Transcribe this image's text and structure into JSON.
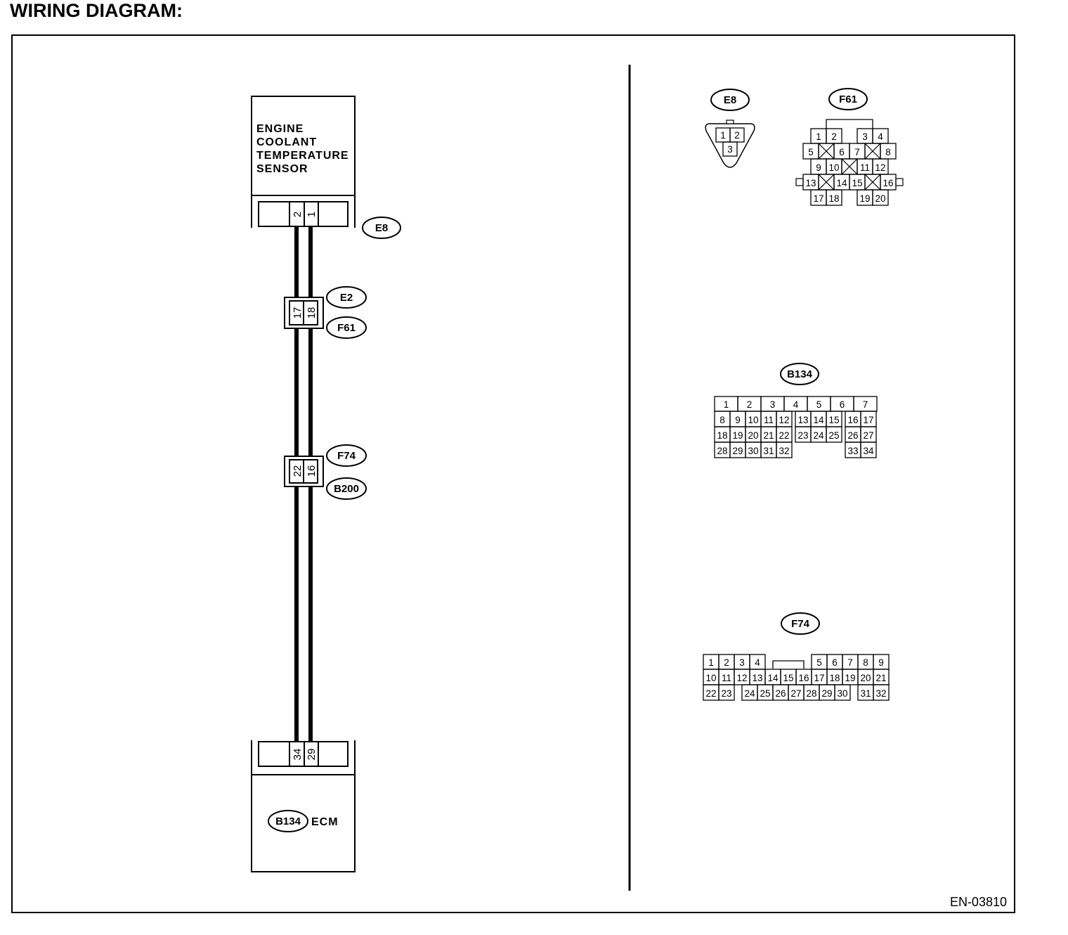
{
  "title": "WIRING DIAGRAM:",
  "figure_id": "EN-03810",
  "sensor": {
    "label_lines": [
      "ENGINE",
      "COOLANT",
      "TEMPERATURE",
      "SENSOR"
    ],
    "connector": "E8",
    "pins": [
      "2",
      "1"
    ]
  },
  "junction_1": {
    "upper": "E2",
    "lower": "F61",
    "pins": [
      "17",
      "18"
    ]
  },
  "junction_2": {
    "upper": "F74",
    "lower": "B200",
    "pins": [
      "22",
      "16"
    ]
  },
  "ecm": {
    "connector": "B134",
    "label": "ECM",
    "pins": [
      "34",
      "29"
    ]
  },
  "connector_views": {
    "e8": {
      "name": "E8",
      "pins": [
        "1",
        "2",
        "3"
      ]
    },
    "f61": {
      "name": "F61",
      "rows": [
        [
          "1",
          "2",
          "",
          "3",
          "4"
        ],
        [
          "5",
          "X",
          "6",
          "7",
          "X",
          "8"
        ],
        [
          "9",
          "10",
          "X",
          "11",
          "12"
        ],
        [
          "13",
          "X",
          "14",
          "15",
          "X",
          "16"
        ],
        [
          "17",
          "18",
          "",
          "19",
          "20"
        ]
      ]
    },
    "b134": {
      "name": "B134",
      "rows": [
        [
          "1",
          "2",
          "3",
          "4",
          "5",
          "6",
          "7"
        ],
        [
          "8",
          "9",
          "10",
          "11",
          "12",
          "13",
          "14",
          "15",
          "16",
          "17"
        ],
        [
          "18",
          "19",
          "20",
          "21",
          "22",
          "23",
          "24",
          "25",
          "26",
          "27"
        ],
        [
          "28",
          "29",
          "30",
          "31",
          "32",
          "33",
          "34"
        ]
      ]
    },
    "f74": {
      "name": "F74",
      "rows": [
        [
          "1",
          "2",
          "3",
          "4",
          "5",
          "6",
          "7",
          "8",
          "9"
        ],
        [
          "10",
          "11",
          "12",
          "13",
          "14",
          "15",
          "16",
          "17",
          "18",
          "19",
          "20",
          "21"
        ],
        [
          "22",
          "23",
          "24",
          "25",
          "26",
          "27",
          "28",
          "29",
          "30",
          "31",
          "32"
        ]
      ]
    }
  }
}
